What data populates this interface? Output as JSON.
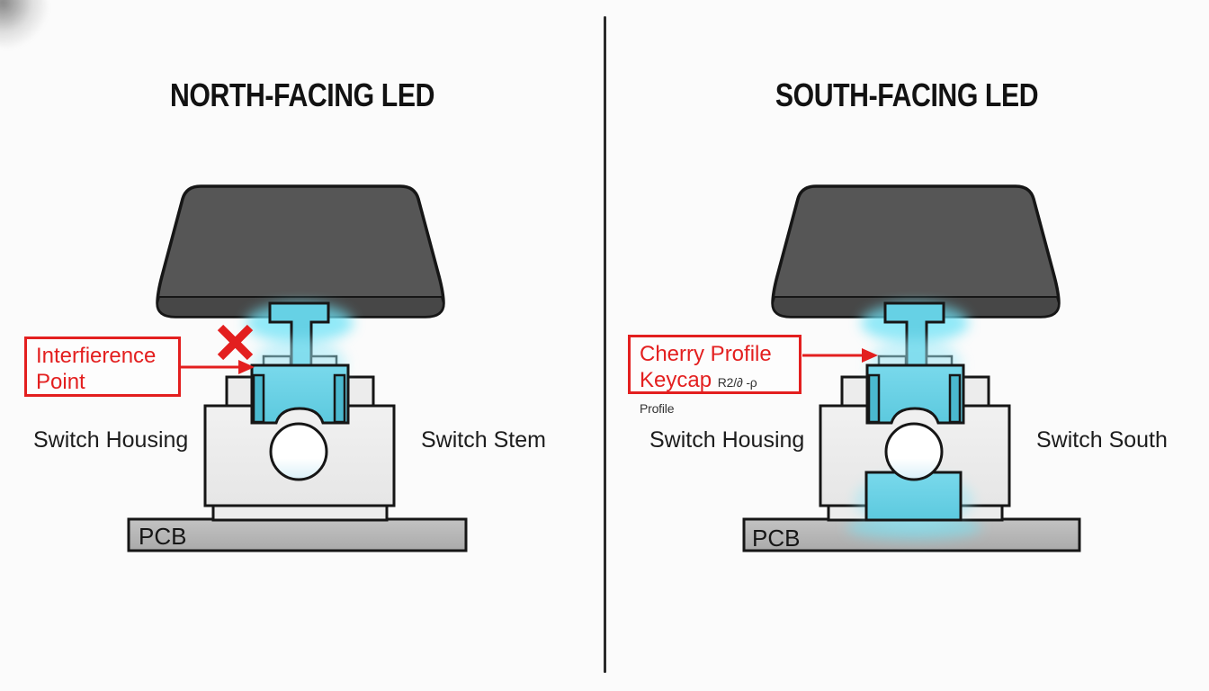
{
  "panels": [
    {
      "title": "NORTH-FACING LED",
      "callout": {
        "line1": "Interfierence",
        "line2": "Point"
      },
      "labels": {
        "housing": "Switch Housing",
        "stem": "Switch Stem",
        "pcb": "PCB"
      }
    },
    {
      "title": "SOUTH-FACING LED",
      "callout": {
        "line1": "Cherry Profile",
        "line2": "Keycap",
        "line2_note": "R2/∂ -ρ Profile"
      },
      "labels": {
        "housing": "Switch Housing",
        "stem": "Switch South",
        "pcb": "PCB"
      }
    }
  ],
  "colors": {
    "background": "#fbfbfb",
    "keycap": "#565656",
    "keycap_front": "#474747",
    "outline": "#161616",
    "stem_cyan": "#66d1e5",
    "stem_cyan_dark": "#4ab9cf",
    "glow_cyan": "#6ee3f7",
    "housing_gray": "#ececec",
    "pcb_gray": "#b5b5b5",
    "annotation_red": "#e31f1f",
    "label_text": "#1d1d1d"
  }
}
